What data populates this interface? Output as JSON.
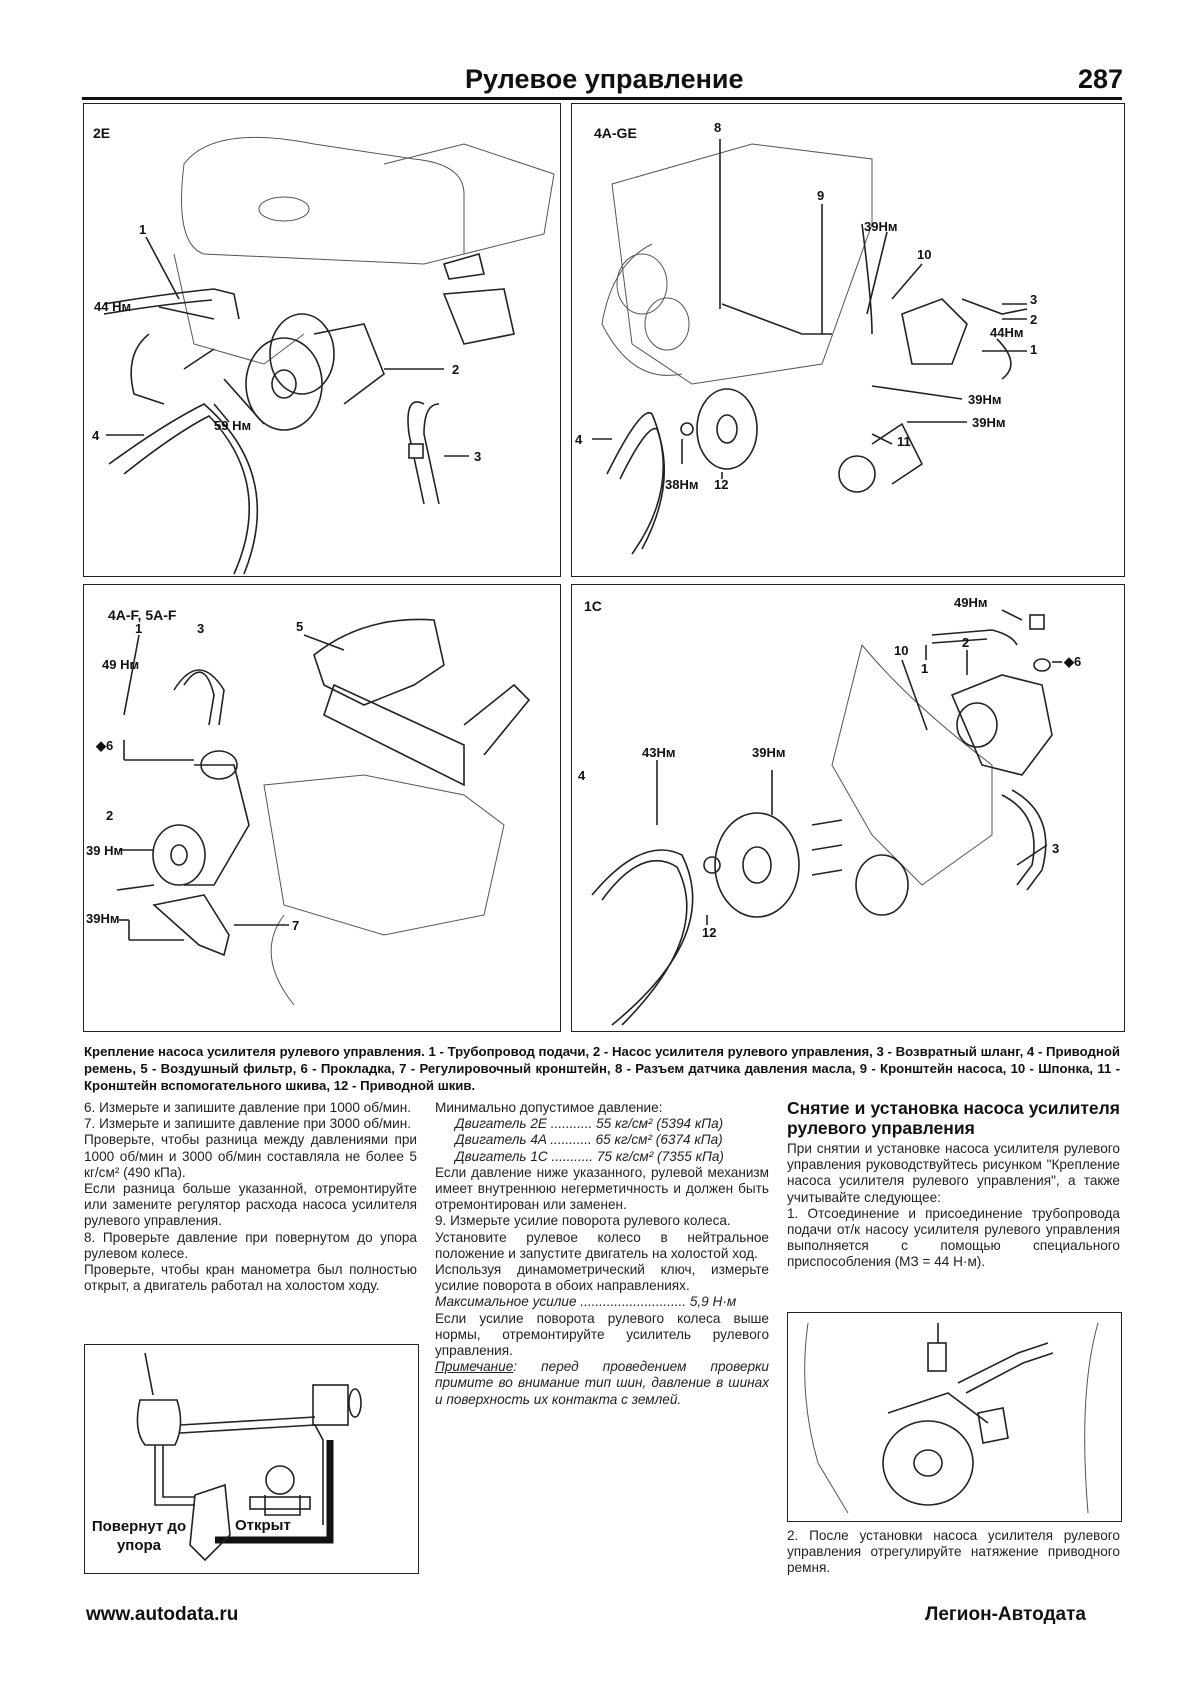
{
  "header": {
    "title": "Рулевое управление",
    "page_number": "287"
  },
  "panels": {
    "p2e": {
      "engine": "2E",
      "callouts": [
        "1",
        "44 Нм",
        "59 Нм",
        "2",
        "4",
        "3"
      ]
    },
    "p4age": {
      "engine": "4A-GE",
      "callouts": [
        "8",
        "9",
        "39Нм",
        "10",
        "3",
        "2",
        "44Нм",
        "1",
        "39Нм",
        "39Нм",
        "11",
        "4",
        "38Нм",
        "12"
      ]
    },
    "p4af": {
      "engine": "4A-F, 5A-F",
      "callouts": [
        "5",
        "1",
        "3",
        "49 Нм",
        "◆6",
        "2",
        "39 Нм",
        "39Нм",
        "7"
      ]
    },
    "p1c": {
      "engine": "1C",
      "callouts": [
        "49Нм",
        "1",
        "2",
        "◆6",
        "10",
        "43Нм",
        "39Нм",
        "4",
        "12",
        "3"
      ]
    }
  },
  "caption": "Крепление насоса усилителя рулевого управления. 1 - Трубопровод подачи, 2 - Насос усилителя рулевого управления, 3 - Возвратный шланг, 4 - Приводной ремень, 5 - Воздушный фильтр, 6 - Прокладка, 7 - Регулировочный кронштейн, 8 - Разъем датчика давления масла, 9 - Кронштейн насоса, 10 - Шпонка, 11 - Кронштейн вспомогательного шкива, 12 - Приводной шкив.",
  "col1": {
    "p1": "6. Измерьте и запишите давление при 1000 об/мин.",
    "p2": "7. Измерьте и запишите давление при 3000 об/мин.",
    "p3": "Проверьте, чтобы разница между давлениями при 1000 об/мин и 3000 об/мин составляла не более 5 кг/см² (490 кПа).",
    "p4": "Если разница больше указанной, отремонтируйте или замените регулятор расхода насоса усилителя рулевого управления.",
    "p5": "8. Проверьте давление при повернутом до упора рулевом колесе.",
    "p6": "Проверьте, чтобы кран манометра был полностью открыт, а двигатель работал на холостом ходу.",
    "fig_label_turned": "Повернут до упора",
    "fig_label_open": "Открыт"
  },
  "col2": {
    "p1": "Минимально допустимое давление:",
    "e1": "Двигатель 2E ........... 55 кг/см² (5394 кПа)",
    "e2": "Двигатель 4A ........... 65 кг/см² (6374 кПа)",
    "e3": "Двигатель 1C ........... 75 кг/см² (7355 кПа)",
    "p2": "Если давление ниже указанного, рулевой механизм имеет внутреннюю негерметичность и должен быть отремонтирован или заменен.",
    "p3": "9. Измерьте усилие поворота рулевого колеса.",
    "p4": "Установите рулевое колесо в нейтральное положение и запустите двигатель на холостой ход.",
    "p5": "Используя динамометрический ключ, измерьте усилие поворота в обоих направлениях.",
    "p6": "Максимальное усилие ............................ 5,9 Н·м",
    "p7": "Если усилие поворота рулевого колеса выше нормы, отремонтируйте усилитель рулевого управления.",
    "note_label": "Примечание",
    "note_text": ": перед проведением проверки примите во внимание тип шин, давление в шинах и поверхность их контакта с землей."
  },
  "col3": {
    "title": "Снятие и установка насоса усилителя рулевого управления",
    "p1": "При снятии и установке насоса усилителя рулевого управления руководствуйтесь рисунком \"Крепление насоса усилителя рулевого управления\", а также учитывайте следующее:",
    "p2": "1. Отсоединение и присоединение трубопровода подачи от/к насосу усилителя рулевого управления выполняется с помощью специального приспособления (МЗ = 44 Н·м).",
    "p3": "2. После установки насоса усилителя рулевого управления отрегулируйте натяжение приводного ремня."
  },
  "footer": {
    "left": "www.autodata.ru",
    "right": "Легион-Автодата"
  }
}
